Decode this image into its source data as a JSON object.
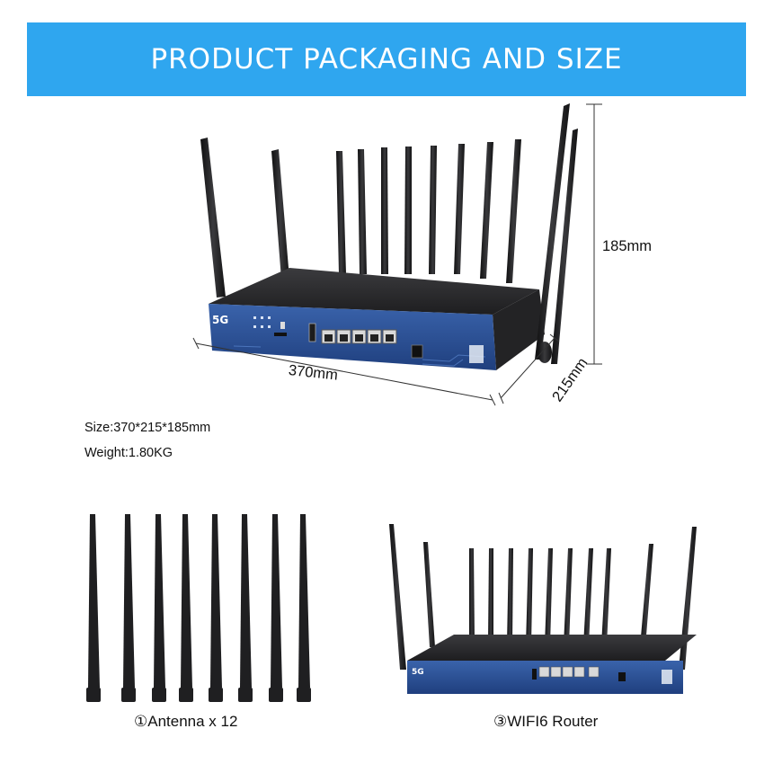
{
  "banner": {
    "title": "PRODUCT PACKAGING AND SIZE"
  },
  "dimensions": {
    "length": "370mm",
    "width": "215mm",
    "height": "185mm"
  },
  "specs": {
    "size": "Size:370*215*185mm",
    "weight": "Weight:1.80KG"
  },
  "captions": {
    "antenna": "①Antenna x 12",
    "router": "③WIFI6 Router"
  },
  "colors": {
    "banner": "#2fa6ef",
    "router_panel": "#2a4f95",
    "router_body": "#2a2a2c",
    "antenna": "#1f1f21"
  }
}
